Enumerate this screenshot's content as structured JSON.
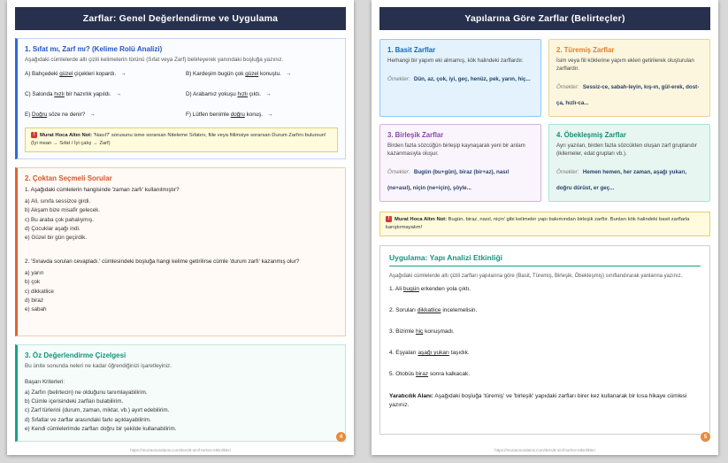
{
  "left": {
    "header": "Zarflar: Genel Değerlendirme ve Uygulama",
    "s1": {
      "title": "1. Sıfat mı, Zarf mı? (Kelime Rolü Analizi)",
      "intro": "Aşağıdaki cümlelerde altı çizili kelimelerin türünü (Sıfat veya Zarf) belirleyerek yanındaki boşluğa yazınız.",
      "items": [
        {
          "pre": "A) Bahçedeki ",
          "u": "güzel",
          "post": " çiçekleri kopardı.   →"
        },
        {
          "pre": "B) Kardeşim bugün çok ",
          "u": "güzel",
          "post": " konuştu.   →"
        },
        {
          "pre": "C) Salonda ",
          "u": "hızlı",
          "post": " bir hazırlık yapıldı.   →"
        },
        {
          "pre": "D) Arabamız yokuşu ",
          "u": "hızlı",
          "post": " çıktı.   →"
        },
        {
          "pre": "E) ",
          "u": "Doğru",
          "post": " söze ne denir?   →"
        },
        {
          "pre": "F) Lütfen benimle ",
          "u": "doğru",
          "post": " konuş.   →"
        }
      ],
      "note_icon": "!",
      "note_label": "Murat Hoca Altın Not:",
      "note_text": " 'Nasıl?' sorusunu isme sorarsan Niteleme Sıfatını, fiile veya fiilimsiye sorarsan Durum Zarfını bulursun! (İyi insan → Sıfat / İyi çalış → Zarf)"
    },
    "s2": {
      "title": "2. Çoktan Seçmeli Sorular",
      "q1": "1. Aşağıdaki cümlelerin hangisinde 'zaman zarfı' kullanılmıştır?",
      "q1_options": [
        "a) Ali, sınıfa sessizce girdi.",
        "b) Akşam bize misafir gelecek.",
        "c) Bu araba çok pahalıymış.",
        "d) Çocuklar aşağı indi.",
        "e) Güzel bir gün geçirdik."
      ],
      "q2": "2. 'Sınavda sorulan  cevapladı.' cümlesindeki boşluğa hangi kelime getirilirse cümle 'durum zarfı' kazanmış olur?",
      "q2_options": [
        "a) yarın",
        "b) çok",
        "c) dikkatlice",
        "d) biraz",
        "e) sabah"
      ]
    },
    "s3": {
      "title": "3. Öz Değerlendirme Çizelgesi",
      "intro": "Bu ünite sonunda neleri ne kadar öğrendiğinizi işaretleyiniz.",
      "criteria_label": "Başarı Kriterleri:",
      "criteria": [
        "a) Zarfın (belirtecin) ne olduğunu tanımlayabilirim.",
        "b) Cümle içerisindeki zarfları bulabilirim.",
        "c) Zarf türlerini (durum, zaman, miktar, vb.) ayırt edebilirim.",
        "d) Sıfatlar ve zarflar arasındaki farkı açıklayabilirim.",
        "e) Kendi cümlelerimde zarfları doğru bir şekilde kullanabilirim."
      ]
    },
    "page_number": "4",
    "footer_url": "https://muratonuralansi.com/ders/8-sinif-turkce-etkinlikleri"
  },
  "right": {
    "header": "Yapılarına Göre Zarflar (Belirteçler)",
    "boxes": [
      {
        "title": "1. Basit Zarflar",
        "desc": "Herhangi bir yapım eki almamış, kök halindeki zarflardır.",
        "ex_label": "Örnekler:",
        "examples": "Dün, az, çok, iyi, geç, henüz, pek, yarın, hiç..."
      },
      {
        "title": "2. Türemiş Zarflar",
        "desc": "İsim veya fiil köklerine yapım ekleri getirilerek oluşturulan zarflardır.",
        "ex_label": "Örnekler:",
        "examples": "Sessiz-ce, sabah-leyin, kış-ın, gül-erek, dost-ça, hızlı-ca..."
      },
      {
        "title": "3. Birleşik Zarflar",
        "desc": "Birden fazla sözcüğün birleşip kaynaşarak yeni bir anlam kazanmasıyla oluşur.",
        "ex_label": "Örnekler:",
        "examples": "Bugün (bu+gün), biraz (bir+az), nasıl (ne+asıl), niçin (ne+için), şöyle..."
      },
      {
        "title": "4. Öbekleşmiş Zarflar",
        "desc": "Ayrı yazılan, birden fazla sözcükten oluşan zarf gruplarıdır (ikilemeler, edat grupları vb.).",
        "ex_label": "Örnekler:",
        "examples": "Hemen hemen, her zaman, aşağı yukarı, doğru dürüst, er geç..."
      }
    ],
    "note_icon": "!",
    "note_label": "Murat Hoca Altın Not:",
    "note_text": " Bugün, biraz, nasıl, niçin' gibi kelimeler yapı bakımından birleşik zarftır. Bunları kök halindeki basit zarflarla karıştırmayalım!",
    "uygulama": {
      "title": "Uygulama: Yapı Analizi Etkinliği",
      "intro": "Aşağıdaki cümlelerde altı çizili zarfları yapılarına göre (Basit, Türemiş, Birleşik, Öbekleşmiş) sınıflandırarak yanlarına yazınız.",
      "sentences": [
        {
          "pre": "1. Ali ",
          "u": "bugün",
          "post": " erkenden yola çıktı."
        },
        {
          "pre": "2. Soruları ",
          "u": "dikkatlice",
          "post": " incelemelisin."
        },
        {
          "pre": "3. Bizimle ",
          "u": "hiç",
          "post": " konuşmadı."
        },
        {
          "pre": "4. Eşyaları ",
          "u": "aşağı yukarı",
          "post": " taşıdık."
        },
        {
          "pre": "5. Otobüs ",
          "u": "biraz",
          "post": " sonra kalkacak."
        }
      ],
      "creative_label": "Yaratıcılık Alanı:",
      "creative_text": " Aşağıdaki boşluğa 'türemiş' ve 'birleşik' yapıdaki zarfları birer kez kullanarak bir kısa hikaye cümlesi yazınız."
    },
    "page_number": "5",
    "footer_url": "https://muratonuralansi.com/ders/8-sinif-turkce-etkinlikleri"
  }
}
